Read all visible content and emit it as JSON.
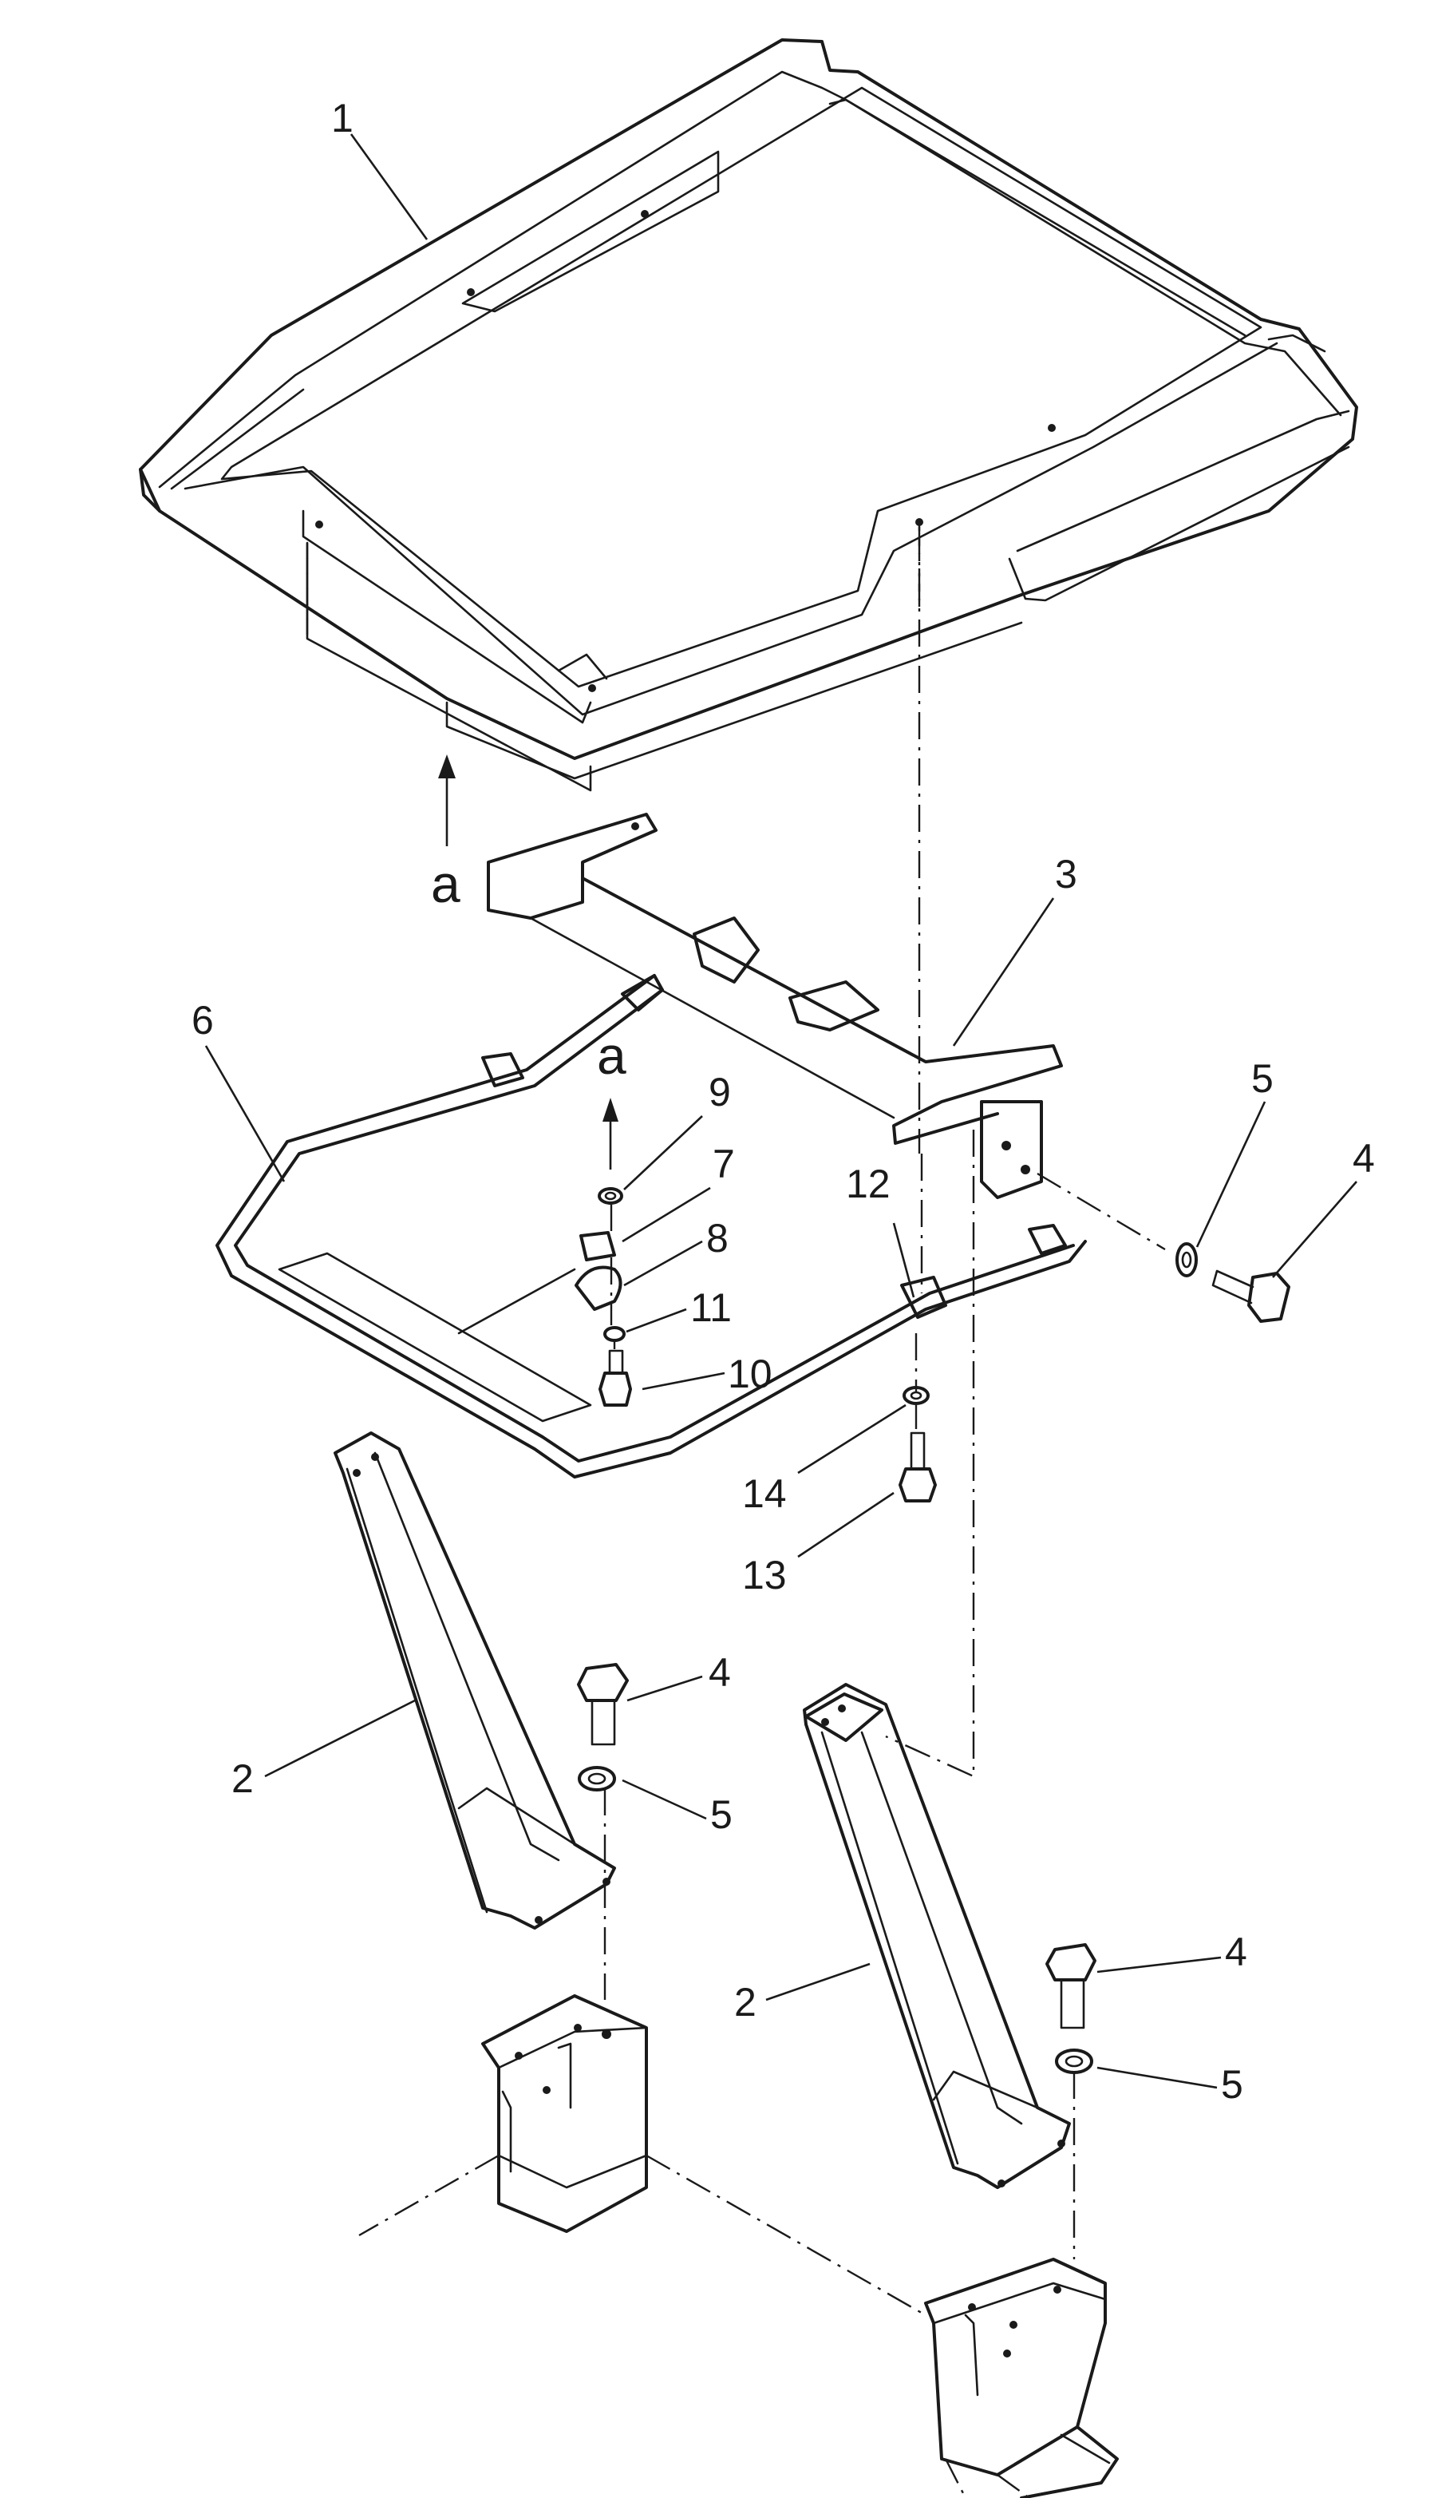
{
  "diagram": {
    "callouts": {
      "canopy": "1",
      "post_left": "2",
      "post_right": "2",
      "crossbar": "3",
      "bolt_side": "4",
      "bolt_left": "4",
      "bolt_right": "4",
      "washer_side": "5",
      "washer_left": "5",
      "washer_right": "5",
      "frame": "6",
      "plate": "7",
      "clamp": "8",
      "washer_9": "9",
      "bolt_10": "10",
      "washer_11": "11",
      "clamp_12": "12",
      "bolt_13": "13",
      "washer_14": "14"
    },
    "view_markers": {
      "upper": "a",
      "lower": "a"
    }
  }
}
